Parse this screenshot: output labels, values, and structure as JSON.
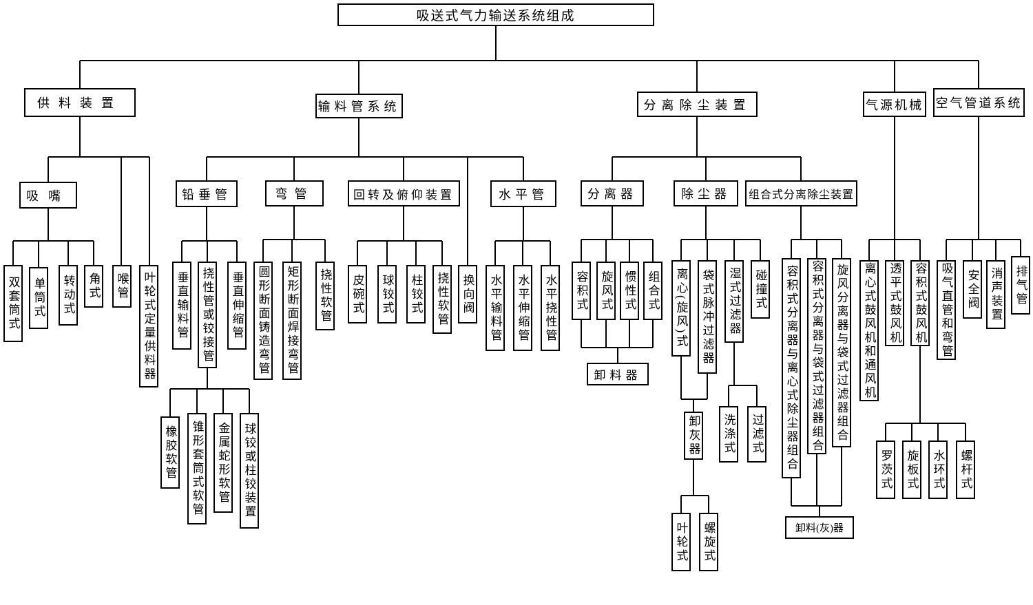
{
  "meta": {
    "background": "#ffffff",
    "line_color": "#000000",
    "box_border_color": "#000000"
  },
  "diagram": {
    "root": "吸送式气力输送系统组成",
    "feeding": {
      "label": "供料装置",
      "nozzle": {
        "label": "吸嘴",
        "items": [
          "双套筒式",
          "单筒式",
          "转动式",
          "角式"
        ]
      },
      "throat": "喉管",
      "impeller_feeder": "叶轮式定量供料器"
    },
    "pipe_system": {
      "label": "输料管系统",
      "vertical_pipe": {
        "label": "铅垂管",
        "items": [
          "垂直输料管",
          "挠性管或铰接管",
          "垂直伸缩管"
        ],
        "flexible_sub": [
          "橡胶软管",
          "锥形套筒式软管",
          "金属蛇形软管",
          "球铰或柱铰装置"
        ]
      },
      "bend_pipe": {
        "label": "弯管",
        "items": [
          "圆形断面铸造弯管",
          "矩形断面焊接弯管",
          "挠性软管"
        ]
      },
      "rotary_device": {
        "label": "回转及俯仰装置",
        "items": [
          "皮碗式",
          "球铰式",
          "柱铰式",
          "挠性软管"
        ]
      },
      "reversing_valve": "换向阀",
      "horizontal_pipe": {
        "label": "水平管",
        "items": [
          "水平输料管",
          "水平伸缩管",
          "水平挠性管"
        ]
      }
    },
    "separation": {
      "label": "分离除尘装置",
      "separator": {
        "label": "分离器",
        "items": [
          "容积式",
          "旋风式",
          "惯性式",
          "组合式"
        ],
        "discharger": "卸料器"
      },
      "dust_collector": {
        "label": "除尘器",
        "items": [
          "离心(旋风)式",
          "袋式脉冲过滤器",
          "湿式过滤器",
          "碰撞式"
        ],
        "wet_sub": [
          "洗涤式",
          "过滤式"
        ],
        "ash_discharger": "卸灰器",
        "ash_sub": [
          "叶轮式",
          "螺旋式"
        ]
      },
      "combined": {
        "label": "组合式分离除尘装置",
        "items": [
          "容积式分离器与离心式除尘器组合",
          "容积式分离器与袋式过滤器组合",
          "旋风分离器与袋式过滤器组合"
        ],
        "discharger": "卸料(灰)器"
      }
    },
    "air_source": {
      "label": "气源机械",
      "items": [
        "离心式鼓风机和通风机",
        "透平式鼓风机",
        "容积式鼓风机"
      ],
      "positive_sub": [
        "罗茨式",
        "旋板式",
        "水环式",
        "螺杆式"
      ]
    },
    "air_duct": {
      "label": "空气管道系统",
      "items": [
        "吸气直管和弯管",
        "安全阀",
        "消声装置",
        "排气管"
      ]
    }
  }
}
